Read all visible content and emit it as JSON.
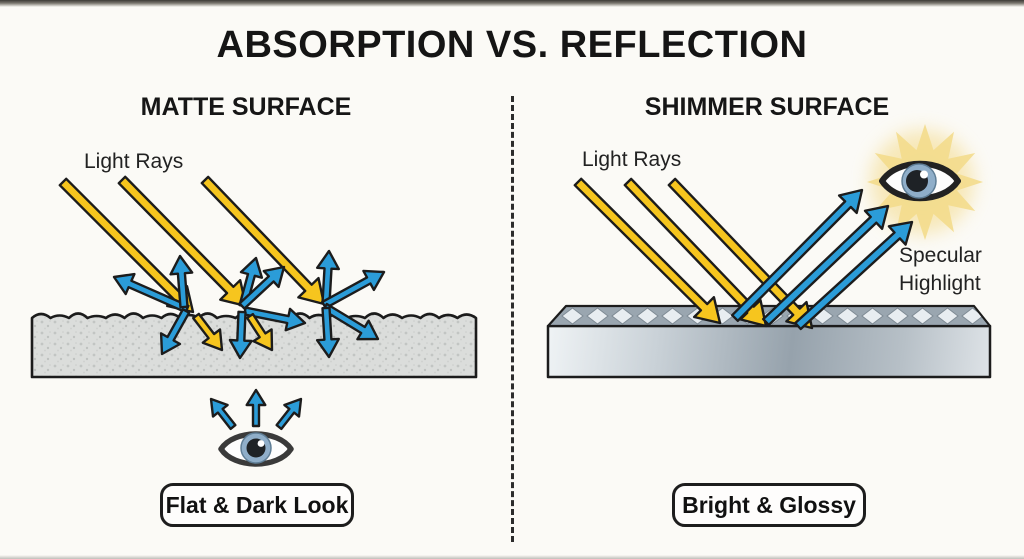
{
  "title": "ABSORPTION VS. REFLECTION",
  "left_panel": {
    "header": "MATTE SURFACE",
    "light_rays_label": "Light Rays",
    "result_label": "Flat & Dark Look"
  },
  "right_panel": {
    "header": "SHIMMER SURFACE",
    "light_rays_label": "Light Rays",
    "specular_label_line1": "Specular",
    "specular_label_line2": "Highlight",
    "result_label": "Bright & Glossy"
  },
  "colors": {
    "incident_ray_yellow": "#F6C51E",
    "scattered_ray_blue": "#2B9CD8",
    "outline_dark": "#1C1C1C",
    "matte_surface_gray": "#DBDDDB",
    "metal_light": "#EFF3F5",
    "metal_dark": "#96A2AC",
    "glow_yellow": "#F3DB8C",
    "background": "#FBFAF6",
    "text": "#1A1A1A"
  }
}
